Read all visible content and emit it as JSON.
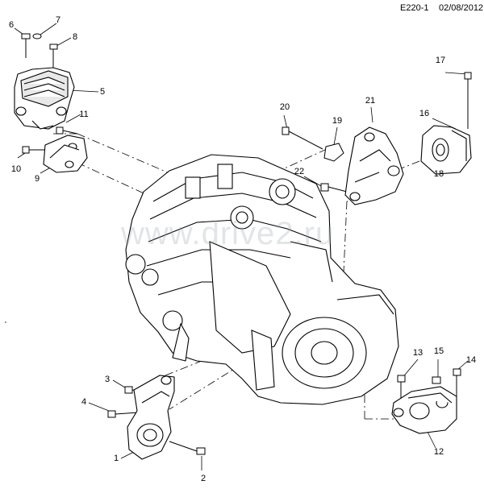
{
  "header": {
    "doc_id": "E220-1",
    "date": "02/08/2012"
  },
  "watermark": "www.drive2.ru",
  "callouts": [
    {
      "id": "1",
      "label": "1"
    },
    {
      "id": "2",
      "label": "2"
    },
    {
      "id": "3",
      "label": "3"
    },
    {
      "id": "4",
      "label": "4"
    },
    {
      "id": "5",
      "label": "5"
    },
    {
      "id": "6",
      "label": "6"
    },
    {
      "id": "7",
      "label": "7"
    },
    {
      "id": "8",
      "label": "8"
    },
    {
      "id": "9",
      "label": "9"
    },
    {
      "id": "10",
      "label": "10"
    },
    {
      "id": "11",
      "label": "11"
    },
    {
      "id": "12",
      "label": "12"
    },
    {
      "id": "13",
      "label": "13"
    },
    {
      "id": "14",
      "label": "14"
    },
    {
      "id": "15",
      "label": "15"
    },
    {
      "id": "16",
      "label": "16"
    },
    {
      "id": "17",
      "label": "17"
    },
    {
      "id": "18",
      "label": "18"
    },
    {
      "id": "19",
      "label": "19"
    },
    {
      "id": "20",
      "label": "20"
    },
    {
      "id": "21",
      "label": "21"
    },
    {
      "id": "22",
      "label": "22"
    }
  ]
}
